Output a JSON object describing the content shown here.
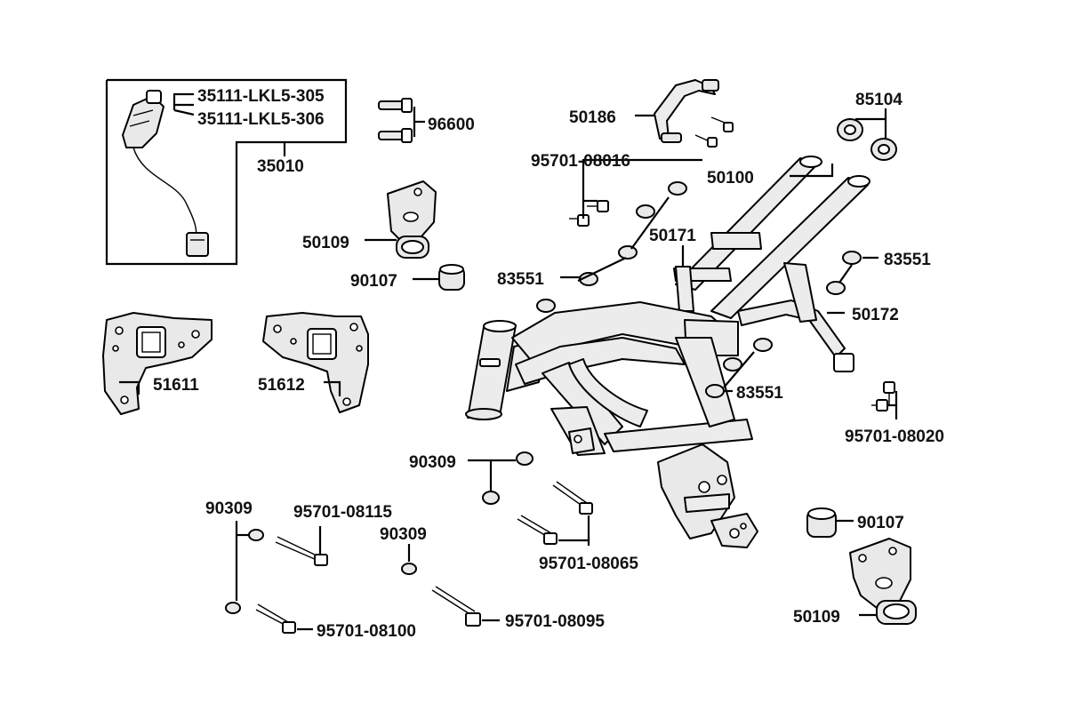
{
  "labels": {
    "l_35111_305": "35111-LKL5-305",
    "l_35111_306": "35111-LKL5-306",
    "l_35010": "35010",
    "l_96600": "96600",
    "l_50186": "50186",
    "l_85104": "85104",
    "l_95701_08016": "95701-08016",
    "l_50100": "50100",
    "l_50109_top": "50109",
    "l_50171": "50171",
    "l_90107_top": "90107",
    "l_83551_a": "83551",
    "l_83551_b": "83551",
    "l_83551_c": "83551",
    "l_50172": "50172",
    "l_51611": "51611",
    "l_51612": "51612",
    "l_95701_08020": "95701-08020",
    "l_90309_a": "90309",
    "l_90309_b": "90309",
    "l_90309_c": "90309",
    "l_95701_08115": "95701-08115",
    "l_95701_08065": "95701-08065",
    "l_90107_bot": "90107",
    "l_95701_08100": "95701-08100",
    "l_95701_08095": "95701-08095",
    "l_50109_bot": "50109"
  }
}
